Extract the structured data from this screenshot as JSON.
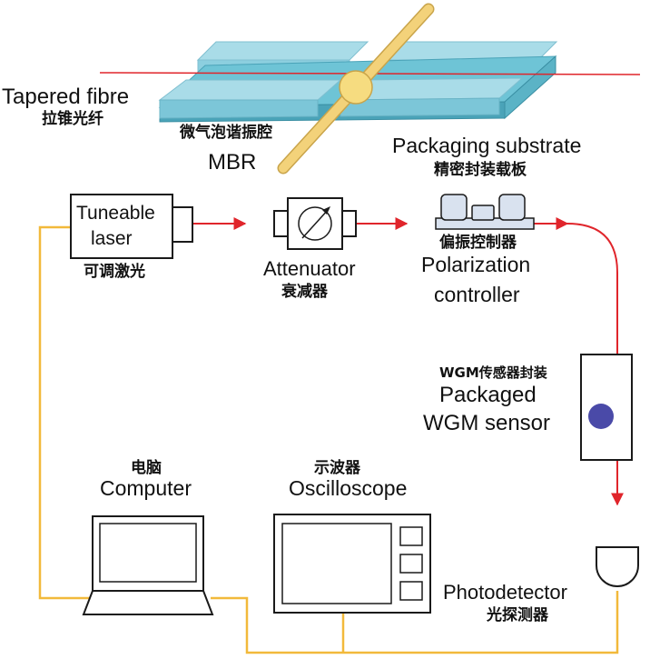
{
  "labels": {
    "tapered_fibre_en": "Tapered fibre",
    "tapered_fibre_cn": "拉锥光纤",
    "mbr_cn": "微气泡谐振腔",
    "mbr_en": "MBR",
    "packaging_substrate_en": "Packaging substrate",
    "packaging_substrate_cn": "精密封装载板",
    "tuneable_laser_line1": "Tuneable",
    "tuneable_laser_line2": "laser",
    "tuneable_laser_cn": "可调激光",
    "attenuator_en": "Attenuator",
    "attenuator_cn": "衰减器",
    "polarization_cn": "偏振控制器",
    "polarization_line1": "Polarization",
    "polarization_line2": "controller",
    "wgm_cn": "WGM传感器封装",
    "wgm_line1": "Packaged",
    "wgm_line2": "WGM sensor",
    "computer_cn": "电脑",
    "computer_en": "Computer",
    "oscilloscope_cn": "示波器",
    "oscilloscope_en": "Oscilloscope",
    "photodetector_en": "Photodetector",
    "photodetector_cn": "光探测器"
  },
  "colors": {
    "optical_path": "#e0252b",
    "electrical_wire": "#f2b93b",
    "outline": "#1a1a1a",
    "substrate_face": "#6ec4d6",
    "substrate_side": "#4aa3b8",
    "substrate_top": "#a9dce8",
    "rod": "#f3d27a",
    "bubble": "#f6dc80",
    "pc_fill": "#d9e2ef",
    "sensor_dot": "#4a4aa8"
  }
}
